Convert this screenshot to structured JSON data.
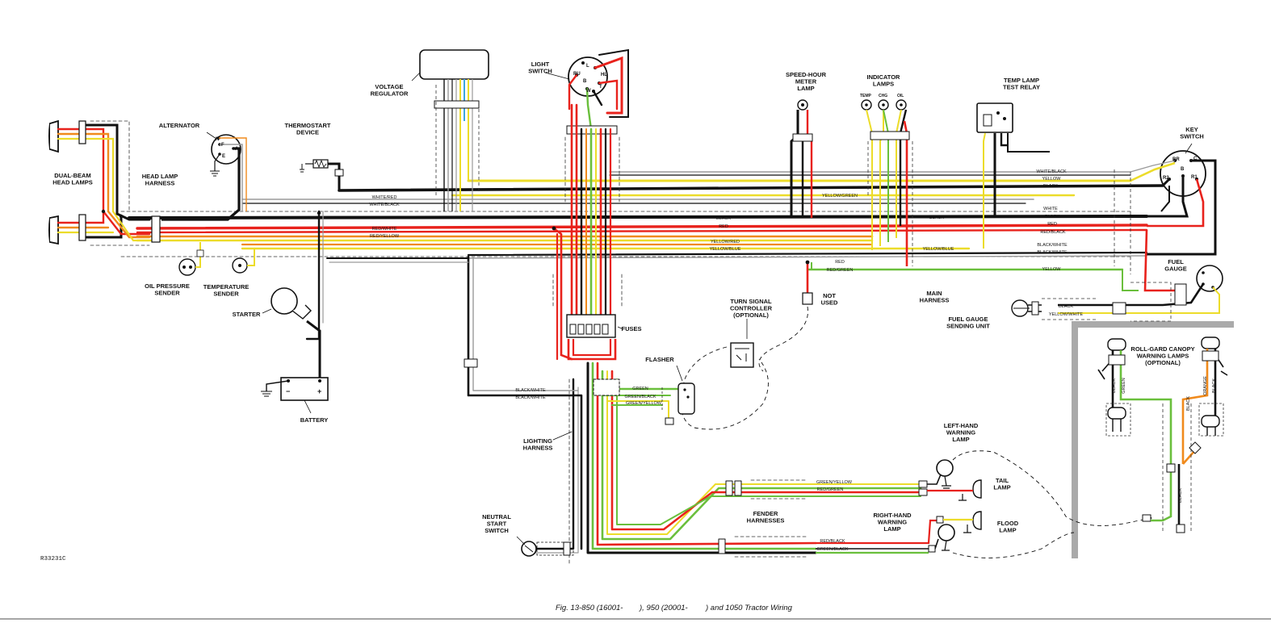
{
  "caption": {
    "part1": "Fig. 13-850 (16001-",
    "part2": "), 950 (20001-",
    "part3": ") and 1050 Tractor Wiring"
  },
  "figure_id": "R33231C",
  "components": {
    "dual_beam": [
      "DUAL-BEAM",
      "HEAD LAMPS"
    ],
    "head_harness": [
      "HEAD LAMP",
      "HARNESS"
    ],
    "alternator": [
      "ALTERNATOR"
    ],
    "thermostart": [
      "THERMOSTART",
      "DEVICE"
    ],
    "voltage_reg": [
      "VOLTAGE",
      "REGULATOR"
    ],
    "light_switch": [
      "LIGHT",
      "SWITCH"
    ],
    "speed_hour": [
      "SPEED-HOUR",
      "METER",
      "LAMP"
    ],
    "indicator": [
      "INDICATOR",
      "LAMPS"
    ],
    "temp_relay": [
      "TEMP LAMP",
      "TEST RELAY"
    ],
    "key_switch": [
      "KEY",
      "SWITCH"
    ],
    "oil_sender": [
      "OIL PRESSURE",
      "SENDER"
    ],
    "temp_sender": [
      "TEMPERATURE",
      "SENDER"
    ],
    "starter": [
      "STARTER"
    ],
    "battery": [
      "BATTERY"
    ],
    "fuses": [
      "FUSES"
    ],
    "not_used": [
      "NOT",
      "USED"
    ],
    "turn_signal": [
      "TURN SIGNAL",
      "CONTROLLER",
      "(OPTIONAL)"
    ],
    "flasher": [
      "FLASHER"
    ],
    "main_harness": [
      "MAIN",
      "HARNESS"
    ],
    "fuel_gauge": [
      "FUEL",
      "GAUGE"
    ],
    "fuel_sending": [
      "FUEL GAUGE",
      "SENDING UNIT"
    ],
    "lighting_harness": [
      "LIGHTING",
      "HARNESS"
    ],
    "neutral": [
      "NEUTRAL",
      "START",
      "SWITCH"
    ],
    "left_warn": [
      "LEFT-HAND",
      "WARNING",
      "LAMP"
    ],
    "tail": [
      "TAIL",
      "LAMP"
    ],
    "fender": [
      "FENDER",
      "HARNESSES"
    ],
    "right_warn": [
      "RIGHT-HAND",
      "WARNING",
      "LAMP"
    ],
    "flood": [
      "FLOOD",
      "LAMP"
    ],
    "rollgard": [
      "ROLL-GARD CANOPY",
      "WARNING LAMPS",
      "(OPTIONAL)"
    ]
  },
  "terminals": {
    "alt_n": "N",
    "alt_f": "F",
    "alt_a": "A",
    "alt_e": "E",
    "ls_hl": "HL",
    "ls_ru": "RU",
    "ls_l": "L",
    "ls_t": "T",
    "ls_w": "W",
    "ls_b": "B",
    "ks_br": "BR",
    "ks_c": "C",
    "ks_r2": "R2",
    "ks_b": "B",
    "ks_r1": "R1",
    "temp": "TEMP",
    "chg": "CHG",
    "oil": "OIL",
    "bat_minus": "−",
    "bat_plus": "+"
  },
  "wires": {
    "w_white_red": "WHITE/RED",
    "w_white_black": "WHITE/BLACK",
    "w_red_white": "RED/WHITE",
    "w_red_yellow": "RED/YELLOW",
    "w_yellow_green": "YELLOW/GREEN",
    "w_yellow_red": "YELLOW/RED",
    "w_yellow_blue_l": "YELLOW/BLUE",
    "w_yellow_blue_r": "YELLOW/BLUE",
    "w_black_1": "BLACK",
    "w_black_2": "BLACK",
    "w_black_3": "BLACK",
    "w_black_4": "BLACK",
    "w_black_5": "BLACK",
    "w_red_1": "RED",
    "w_red_2": "RED",
    "w_red_3": "RED",
    "w_white_1": "WHITE",
    "w_white_black_2": "WHITE/BLACK",
    "w_yellow_1": "YELLOW",
    "w_yellow_2": "YELLOW",
    "w_red_black_1": "RED/BLACK",
    "w_red_black_2": "RED/BLACK",
    "w_black_white_1": "BLACK/WHITE",
    "w_black_white_2": "BLACK/WHITE",
    "w_black_white_3": "BLACK/WHITE",
    "w_black_white_4": "BLACK/WHITE",
    "w_red_green_1": "RED/GREEN",
    "w_red_green_2": "RED/GREEN",
    "w_green": "GREEN",
    "w_green_black_1": "GREEN/BLACK",
    "w_green_black_2": "GREEN/BLACK",
    "w_green_yellow_1": "GREEN/YELLOW",
    "w_green_yellow_2": "GREEN/YELLOW",
    "w_black_fuel": "BLACK",
    "w_yellow_white": "YELLOW/WHITE",
    "w_rg_black_1": "BLACK",
    "w_rg_green": "GREEN",
    "w_rg_black_2": "BLACK",
    "w_rg_orange": "ORANGE",
    "w_rg_black_3": "BLACK",
    "w_rg_black_4": "BLACK"
  },
  "colors": {
    "black": "#111111",
    "red": "#e8221c",
    "orange": "#f08a1c",
    "yellow": "#ecdc2a",
    "green": "#6abf3c",
    "blue": "#3aa6e0",
    "gray": "#9a9a9a",
    "canopy_border": "#aaaaaa"
  }
}
